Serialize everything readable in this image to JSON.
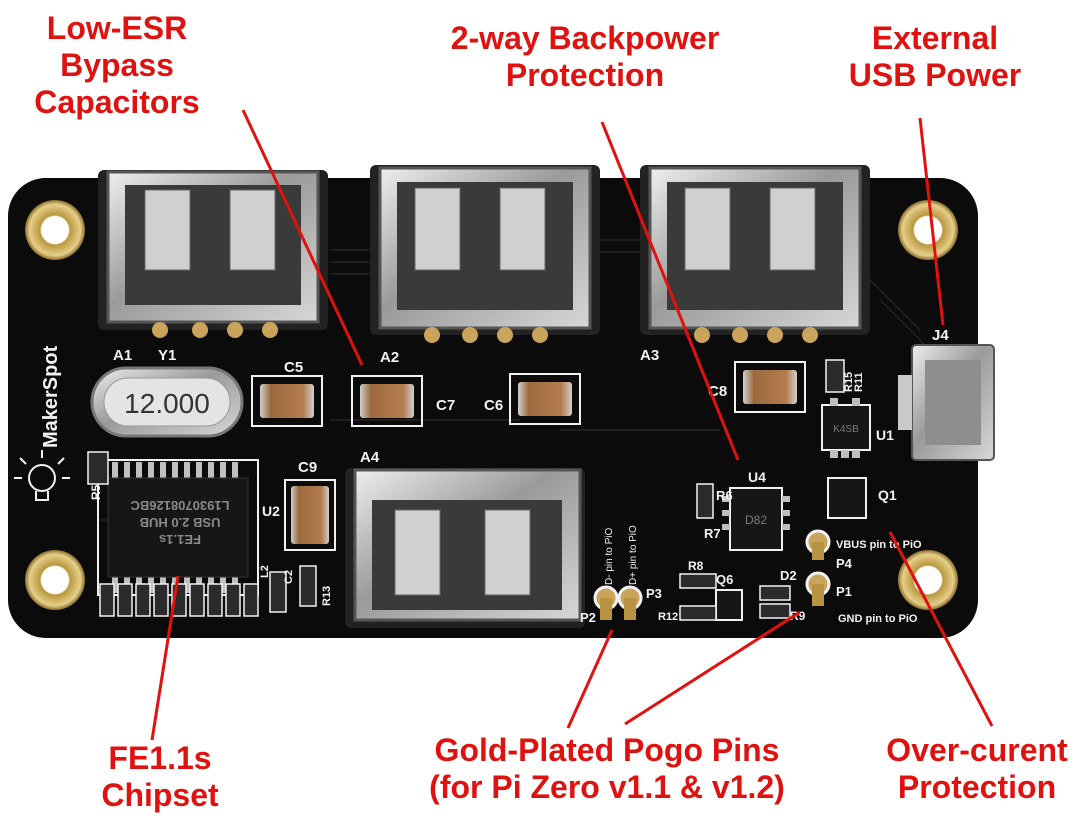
{
  "callouts": {
    "low_esr": {
      "lines": [
        "Low-ESR",
        "Bypass",
        "Capacitors"
      ]
    },
    "backpower": {
      "lines": [
        "2-way Backpower",
        "Protection"
      ]
    },
    "external_usb": {
      "lines": [
        "External",
        "USB Power"
      ]
    },
    "fe11s": {
      "lines": [
        "FE1.1s",
        "Chipset"
      ]
    },
    "pogo": {
      "lines": [
        "Gold-Plated Pogo Pins",
        "(for Pi Zero v1.1 & v1.2)"
      ]
    },
    "overcurrent": {
      "lines": [
        "Over-curent",
        "Protection"
      ]
    }
  },
  "board": {
    "brand": "MakerSpot",
    "crystal_label": "12.000",
    "chip_marking": [
      "FE1.1s",
      "USB 2.0 HUB",
      "L1930708126BC"
    ],
    "silkscreen": {
      "a1": "A1",
      "y1": "Y1",
      "a2": "A2",
      "a3": "A3",
      "a4": "A4",
      "j4": "J4",
      "c5": "C5",
      "c6": "C6",
      "c7": "C7",
      "c8": "C8",
      "c9": "C9",
      "u1": "U1",
      "u2": "U2",
      "u4": "U4",
      "q1": "Q1",
      "q6": "Q6",
      "r5": "R5",
      "r6": "R6",
      "r7": "R7",
      "r8": "R8",
      "r9": "R9",
      "r11": "R11",
      "r12": "R12",
      "r13": "R13",
      "r15": "R15",
      "d2": "D2",
      "p1": "P1",
      "p2": "P2",
      "p3": "P3",
      "p4": "P4",
      "l2": "L2",
      "c2": "C2",
      "dminus": "D- pin to PiO",
      "dplus": "D+ pin to PiO",
      "vbus": "VBUS pin to PiO",
      "gnd": "GND pin to PiO",
      "u1_mark": "K4SB",
      "u4_mark": "D82"
    }
  },
  "colors": {
    "callout_red": "#e0120f",
    "pcb_black": "#0b0b0b",
    "silkscreen_white": "#f2f2f2",
    "pad_gold": "#caa45a",
    "metal": "#c9c9c9"
  },
  "icons": [
    "bulb-logo-icon"
  ]
}
